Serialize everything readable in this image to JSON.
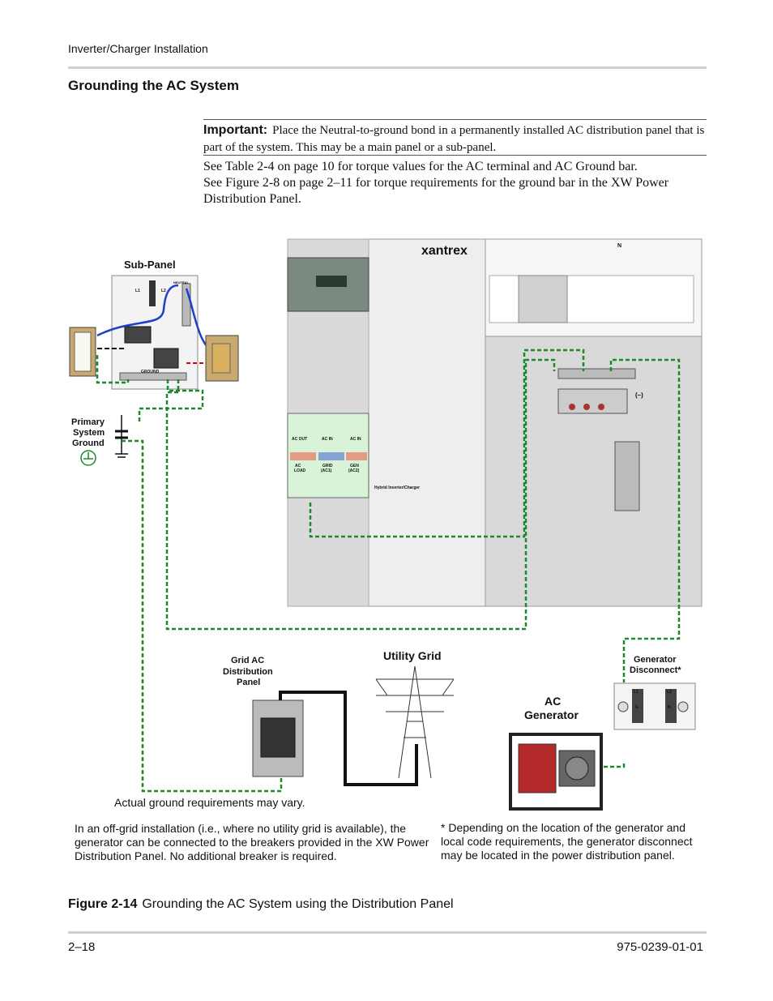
{
  "header": {
    "running_title": "Inverter/Charger Installation"
  },
  "section": {
    "title": "Grounding the AC System"
  },
  "important": {
    "label": "Important:",
    "text": "Place the Neutral-to-ground bond in a permanently installed AC distribution panel that is part of the system. This may be a main panel or a sub-panel."
  },
  "body": {
    "para1": "See Table 2-4 on page 10 for torque values for the AC terminal and AC Ground bar.",
    "para2": "See  Figure 2-8 on page 2–11 for torque requirements for the ground bar in the XW Power Distribution Panel."
  },
  "diagram": {
    "sub_panel": "Sub-Panel",
    "l1": "L1",
    "l2": "L2",
    "neutral": "NEUTRAL",
    "ground": "GROUND",
    "primary_ground": [
      "Primary",
      "System",
      "Ground"
    ],
    "brand": "xantrex",
    "n_label": "N",
    "minus_label": "(–)",
    "ac_out": "AC OUT",
    "ac_in_1": "AC IN",
    "ac_in_2": "AC IN",
    "ac_load": [
      "AC",
      "LOAD"
    ],
    "grid_ac1": [
      "GRID",
      "(AC1)"
    ],
    "gen_ac2": [
      "GEN",
      "(AC2)"
    ],
    "inverter_model": "Hybrid Inverter/Charger",
    "grid_panel": [
      "Grid AC",
      "Distribution",
      "Panel"
    ],
    "utility_grid": "Utility Grid",
    "gen_disconnect": [
      "Generator",
      "Disconnect*"
    ],
    "ac_generator": [
      "AC",
      "Generator"
    ],
    "dc_l1": "L1",
    "dc_l2": "L2",
    "dc_g": "G",
    "dc_n": "N",
    "vary_note": "Actual ground requirements may vary.",
    "offgrid_note": "In an off-grid installation (i.e., where no utility grid is available), the generator can be connected to the breakers provided in the XW Power Distribution Panel. No additional breaker is required.",
    "footnote": "* Depending on the location of the generator and local code requirements, the generator disconnect may be located in the power distribution panel."
  },
  "figure": {
    "number": "Figure 2-14",
    "caption": "Grounding the AC System using the Distribution Panel"
  },
  "footer": {
    "page": "2–18",
    "doc_number": "975-0239-01-01"
  }
}
